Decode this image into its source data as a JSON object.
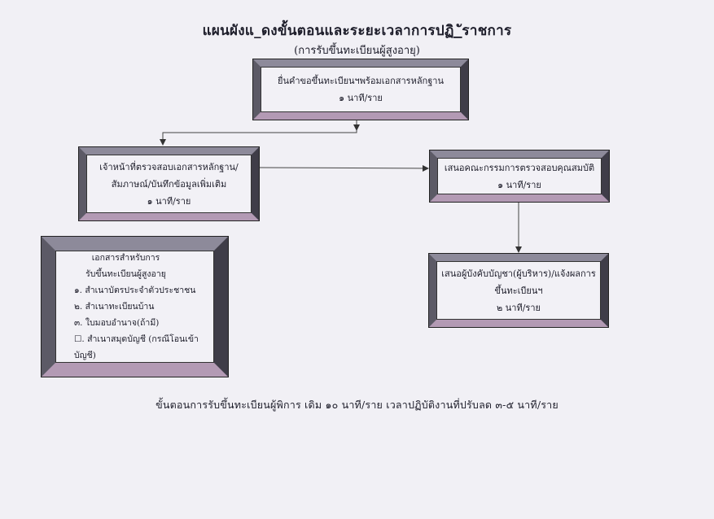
{
  "header": {
    "title": "แผนผังแ_ดงขั้นตอนและระยะเวลาการปฏิ_ัราชการ",
    "subtitle": "(การรับขึ้นทะเบียนผู้สูงอายุ)"
  },
  "steps": [
    {
      "id": "submit",
      "lines": [
        "ยื่นคำขอขึ้นทะเบียนฯพร้อมเอกสารหลักฐาน",
        "๑ นาที/ราย"
      ]
    },
    {
      "id": "verify",
      "lines": [
        "เจ้าหน้าที่ตรวจสอบเอกสารหลักฐาน/",
        "สัมภาษณ์/บันทึกข้อมูลเพิ่มเติม",
        "๑ นาที/ราย"
      ]
    },
    {
      "id": "committee",
      "lines": [
        "เสนอคณะกรรมการตรวจสอบคุณสมบัติ",
        "๑ นาที/ราย"
      ]
    },
    {
      "id": "approve",
      "lines": [
        "เสนอผู้บังคับบัญชา(ผู้บริหาร)/แจ้งผลการ",
        "ขึ้นทะเบียนฯ",
        "๒ นาที/ราย"
      ]
    }
  ],
  "documents": {
    "heading": [
      "เอกสารสำหรับการ",
      "รับขึ้นทะเบียนผู้สูงอายุ"
    ],
    "items": [
      "๑. สำเนาบัตรประจำตัวประชาชน",
      "๒. สำเนาทะเบียนบ้าน",
      "๓. ใบมอบอำนาจ(ถ้ามี)",
      "☐. สำเนาสมุดบัญชี (กรณีโอนเข้าบัญชี)"
    ]
  },
  "footer": {
    "text": "ขั้นตอนการรับขึ้นทะเบียนผู้พิการ  เดิม  ๑๐ นาที/ราย   เวลาปฏิบัติงานที่ปรับลด  ๓-๕ นาที/ราย"
  }
}
